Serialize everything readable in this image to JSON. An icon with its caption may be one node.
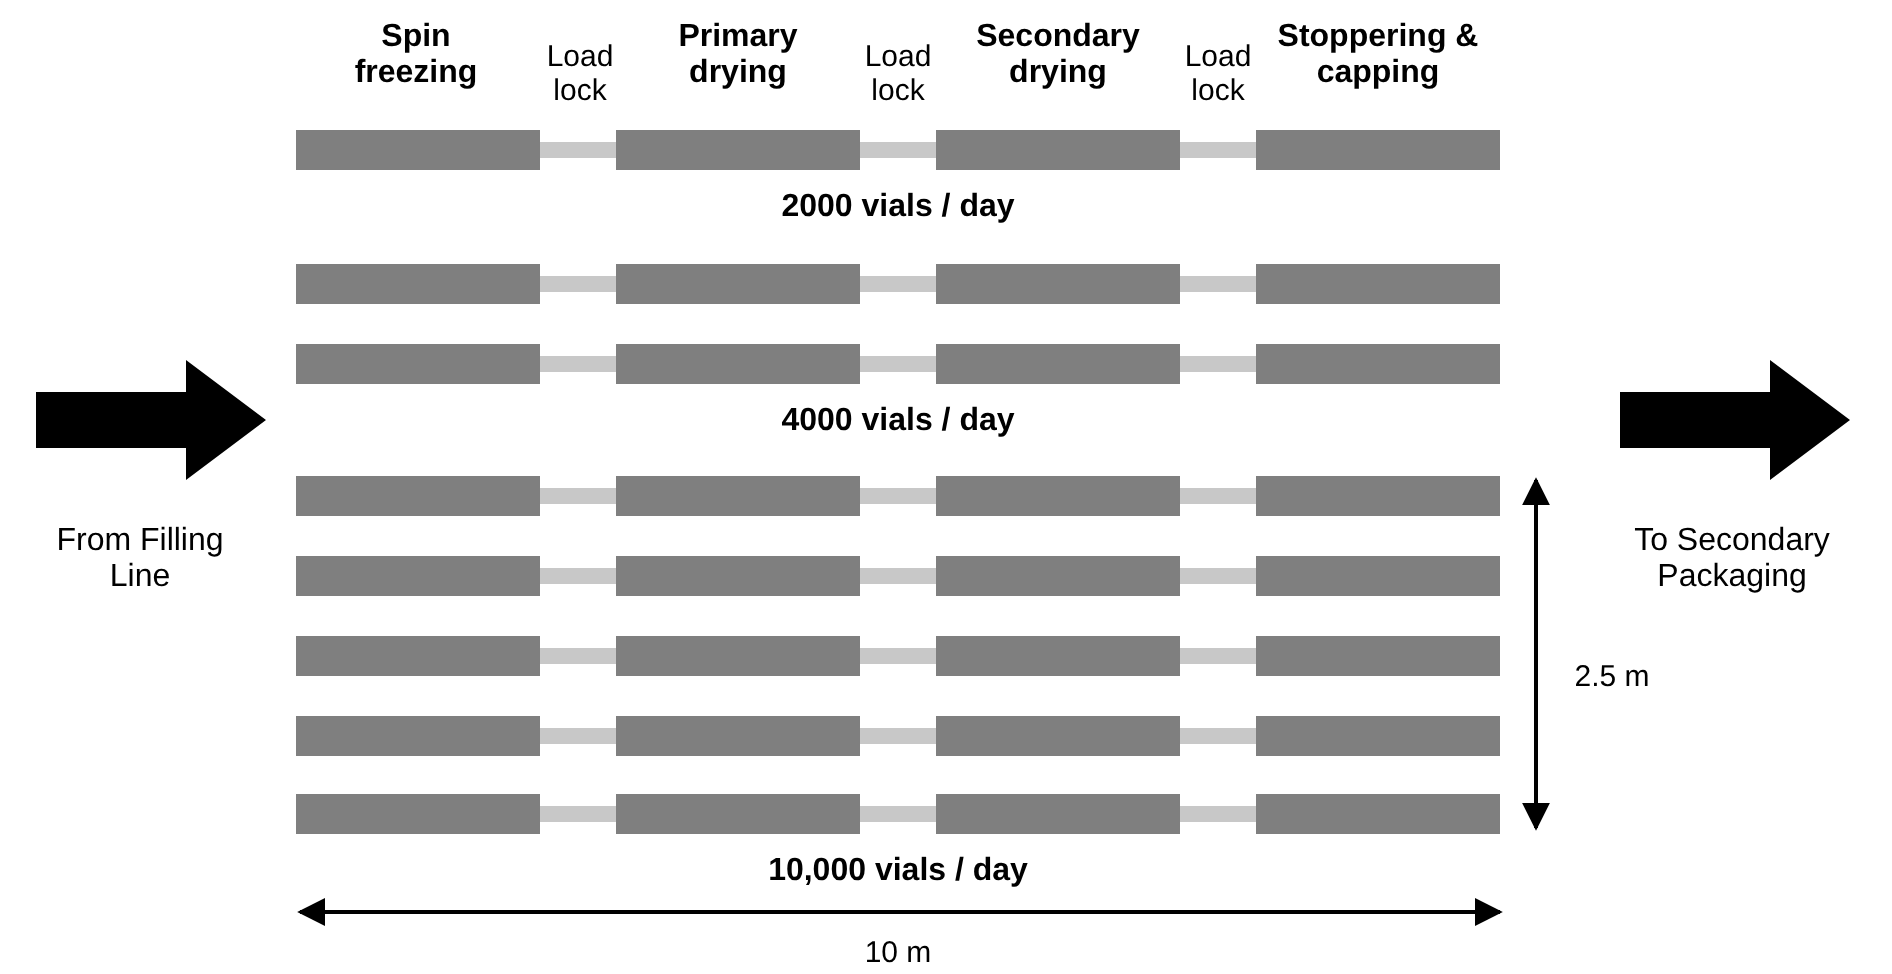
{
  "diagram": {
    "labels": [
      "Spin freezing",
      "Load lock",
      "Primary drying",
      "Load lock",
      "Secondary drying",
      "Load lock",
      "Stoppering & capping",
      "2000 vials / day",
      "4000 vials / day",
      "From Filling Line",
      "To Secondary Packaging",
      "2.5 m",
      "10,000 vials / day",
      "10 m"
    ]
  }
}
